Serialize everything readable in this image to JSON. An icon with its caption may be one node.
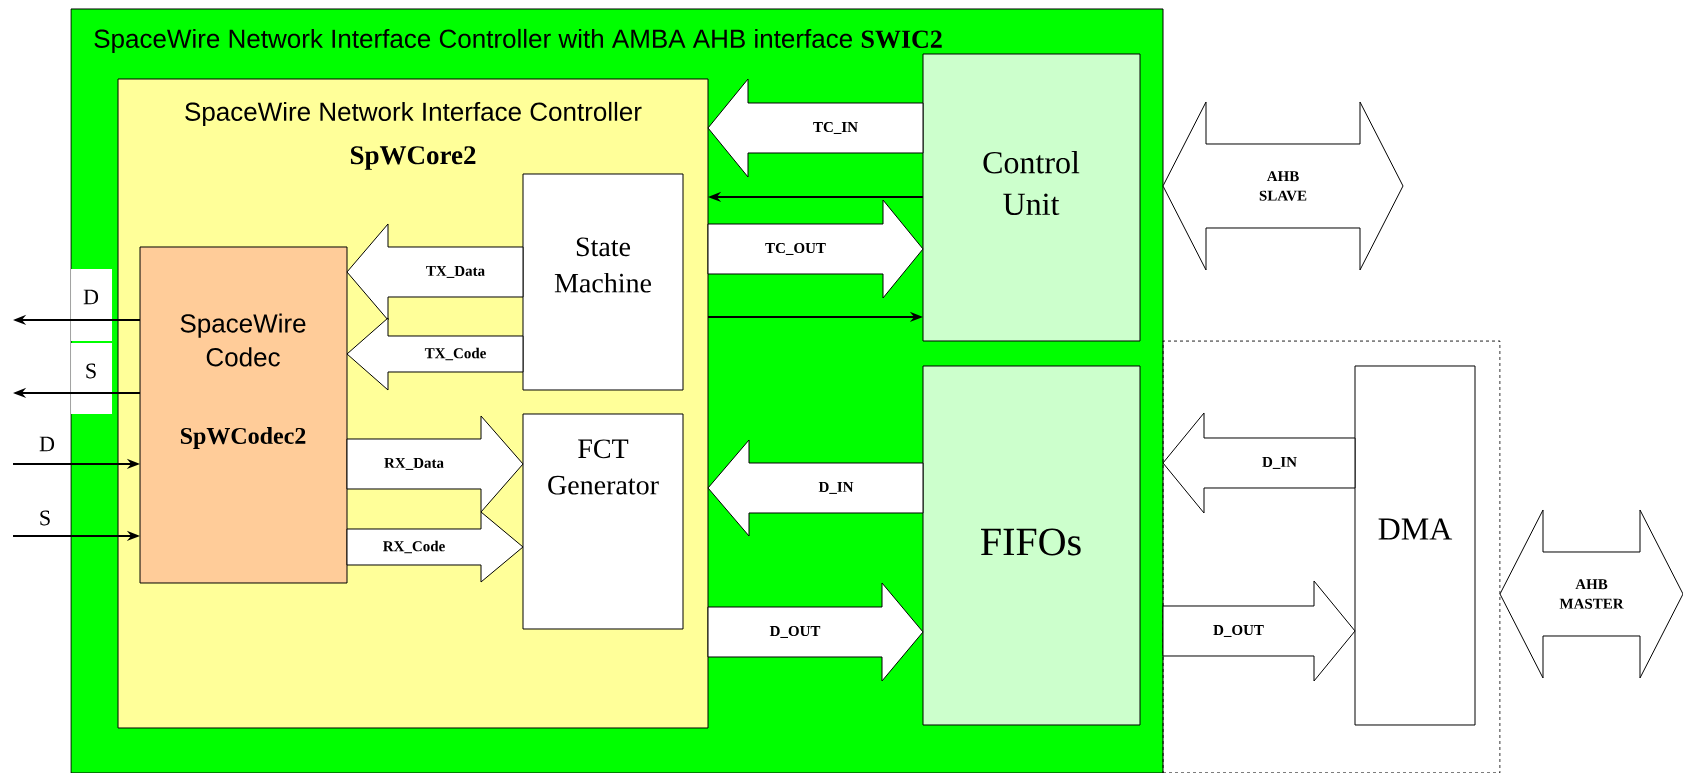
{
  "diagram": {
    "nodes": [
      {
        "text": [
          "SpaceWire Network Interface Controller with AMBA AHB interface **SWIC2**"
        ]
      },
      {
        "text": [
          "SpaceWire Network Interface Controller",
          "SpWCore2"
        ],
        "in": 0
      },
      {
        "text": [
          "SpaceWire Codec",
          "SpWCodec2"
        ],
        "in": 1
      },
      {
        "text": [
          "State Machine"
        ],
        "in": 1
      },
      {
        "text": [
          "FCT Generator"
        ],
        "in": 1
      },
      {
        "text": [
          "Control Unit"
        ],
        "in": 0
      },
      {
        "text": [
          "FIFOs"
        ],
        "in": 0
      },
      {
        "text": [],
        "shape": "box"
      },
      {
        "text": [
          "DMA"
        ],
        "in": 7
      }
    ],
    "edges": [
      {
        "from": 5,
        "to": 1,
        "arrow": "to",
        "label": "TC_IN",
        "style": "thick"
      },
      {
        "from": 5,
        "to": 1,
        "arrow": "to"
      },
      {
        "from": 1,
        "to": 5,
        "arrow": "to",
        "label": "TC_OUT",
        "style": "thick"
      },
      {
        "from": 1,
        "to": 5,
        "arrow": "to"
      },
      {
        "from": 3,
        "to": 2,
        "arrow": "to",
        "label": "TX_Data",
        "style": "thick"
      },
      {
        "from": 3,
        "to": 2,
        "arrow": "to",
        "label": "TX_Code",
        "style": "thick"
      },
      {
        "from": 2,
        "to": 4,
        "arrow": "to",
        "label": "RX_Data",
        "style": "thick"
      },
      {
        "from": 2,
        "to": 4,
        "arrow": "to",
        "label": "RX_Code",
        "style": "thick"
      },
      {
        "from": 6,
        "to": 1,
        "arrow": "to",
        "label": "D_IN",
        "style": "thick"
      },
      {
        "from": 1,
        "to": 6,
        "arrow": "to",
        "label": "D_OUT",
        "style": "thick"
      },
      {
        "from": 8,
        "to": 0,
        "arrow": "to",
        "label": "D_IN",
        "style": "thick"
      },
      {
        "from": 0,
        "to": 8,
        "arrow": "to",
        "label": "D_OUT",
        "style": "thick"
      },
      {
        "from": 0,
        "to": null,
        "arrow": "both",
        "label": "AHB SLAVE",
        "style": "thick"
      },
      {
        "from": 7,
        "to": null,
        "arrow": "both",
        "label": "AHB MASTER",
        "style": "thick"
      },
      {
        "from": 2,
        "to": null,
        "arrow": "to",
        "label": "D"
      },
      {
        "from": 2,
        "to": null,
        "arrow": "to",
        "label": "S"
      },
      {
        "from": null,
        "to": 2,
        "arrow": "to",
        "label": "D"
      },
      {
        "from": null,
        "to": 2,
        "arrow": "to",
        "label": "S"
      }
    ]
  }
}
